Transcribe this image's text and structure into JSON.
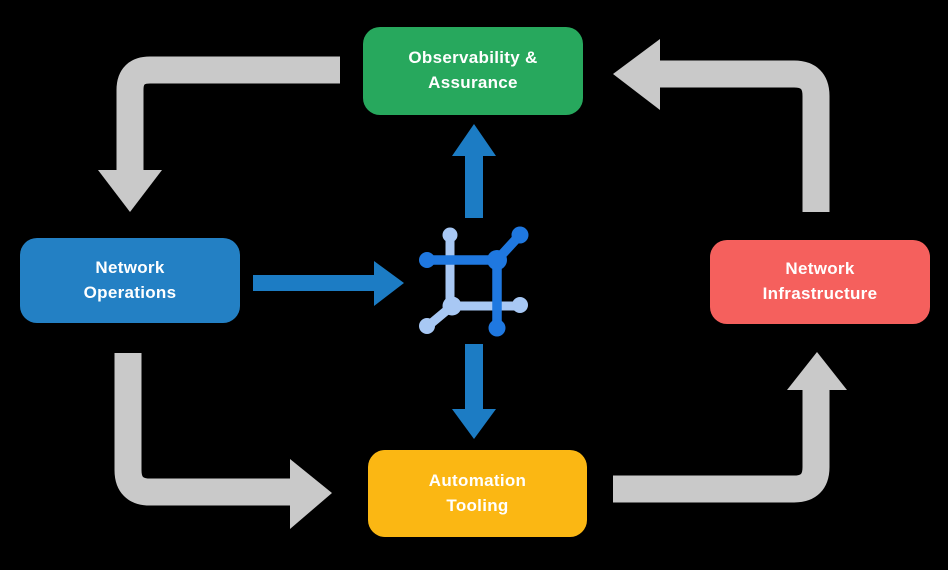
{
  "diagram": {
    "background": "#000000",
    "nodes": {
      "observability": {
        "line1": "Observability &",
        "line2": "Assurance",
        "color": "#27A85D"
      },
      "operations": {
        "line1": "Network",
        "line2": "Operations",
        "color": "#2380C4"
      },
      "infrastructure": {
        "line1": "Network",
        "line2": "Infrastructure",
        "color": "#F5605D"
      },
      "automation": {
        "line1": "Automation",
        "line2": "Tooling",
        "color": "#FBB713"
      }
    },
    "colors": {
      "cycle_arrow": "#C9C9C9",
      "flow_arrow": "#1C7CC4",
      "icon_dark": "#1F78E0",
      "icon_light": "#A8C8F4",
      "label_text": "#FFFFFF"
    },
    "center_icon": "network-mesh-icon"
  }
}
